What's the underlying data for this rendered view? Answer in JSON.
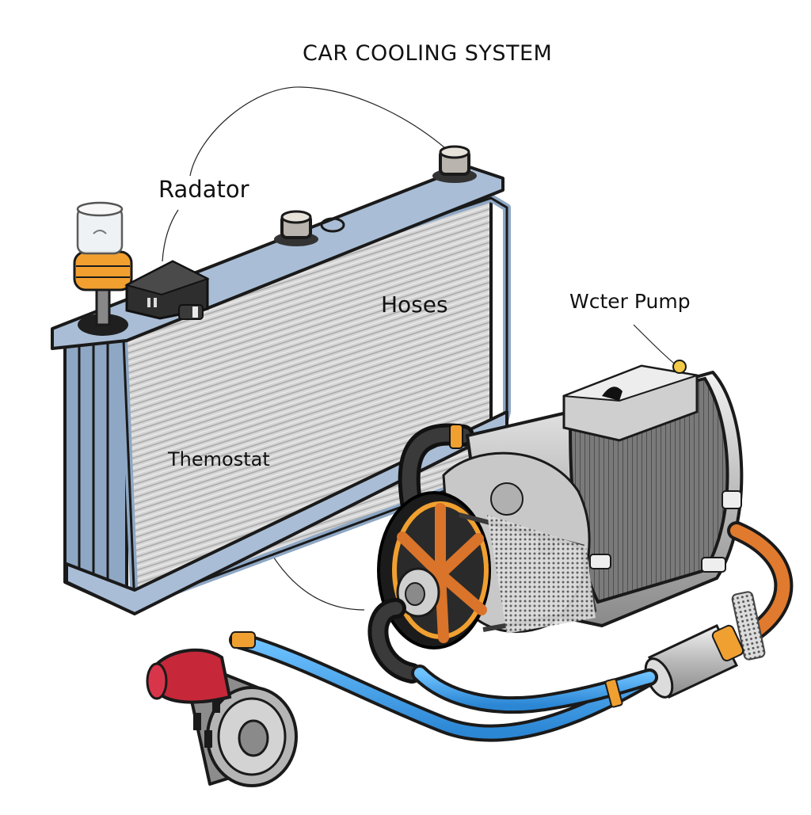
{
  "diagram": {
    "title": "CAR COOLING SYSTEM",
    "labels": {
      "radiator": "Radator",
      "hoses": "Hoses",
      "water_pump": "Wcter Pump",
      "thermostat": "Themostat"
    }
  }
}
